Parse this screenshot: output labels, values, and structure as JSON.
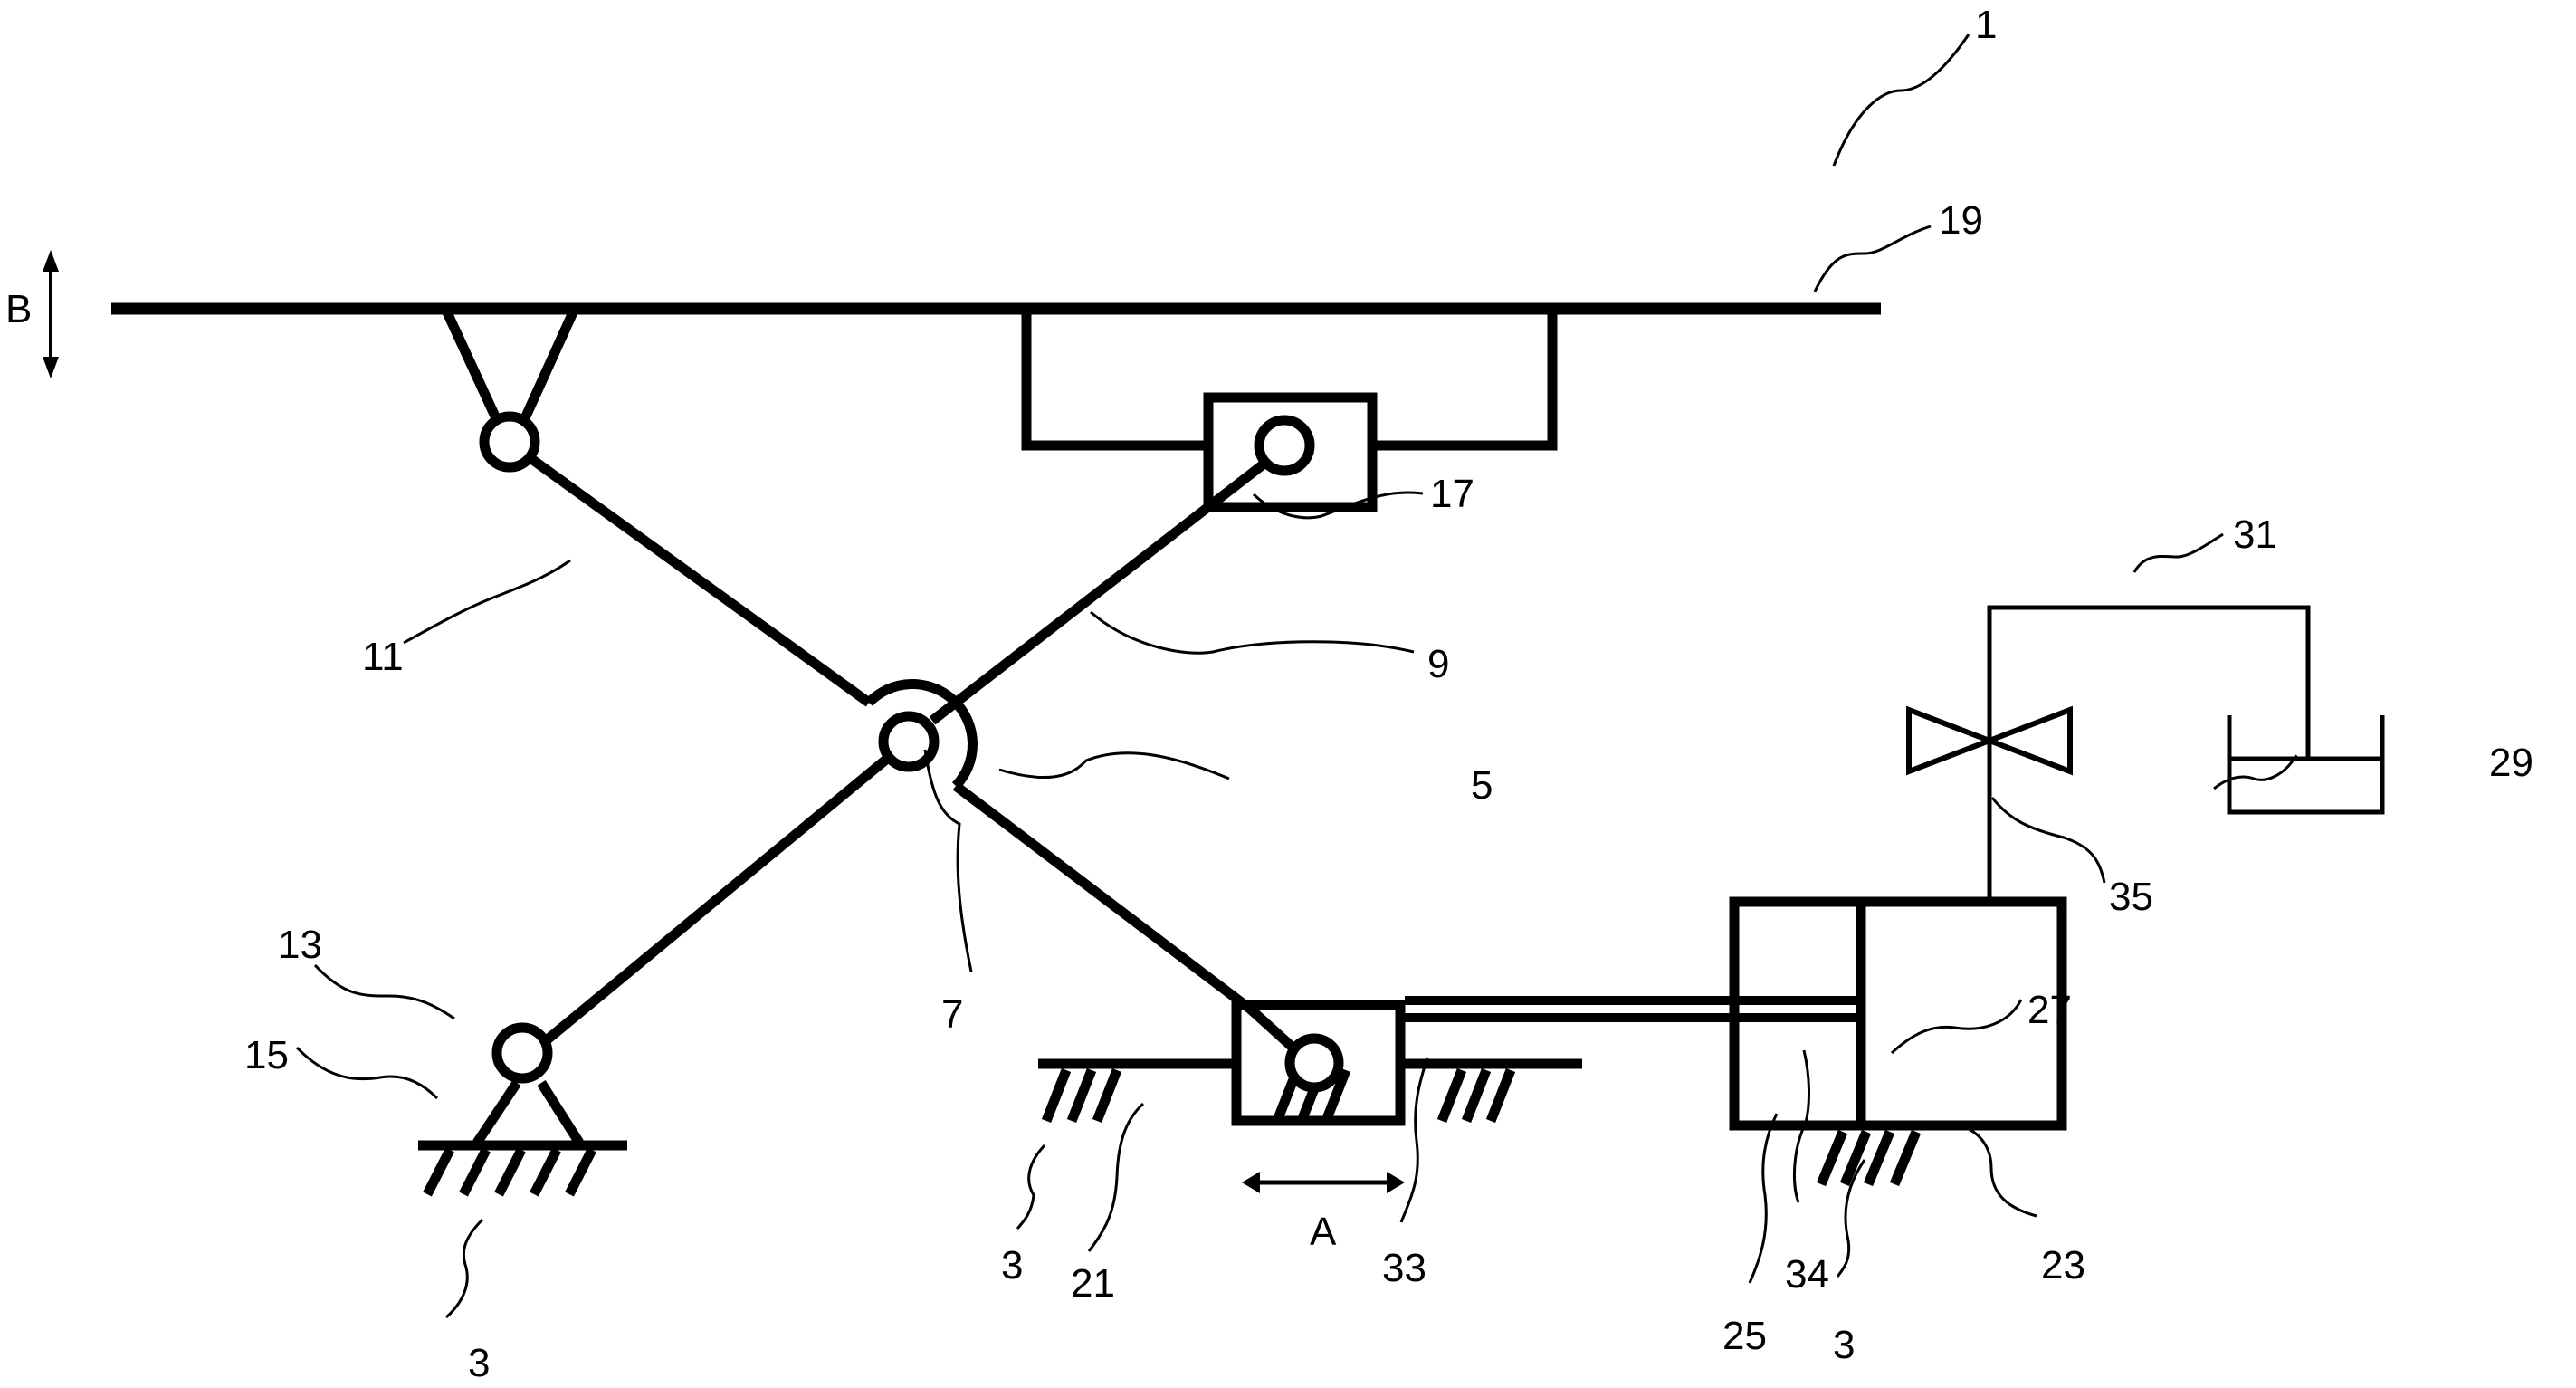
{
  "figure": {
    "description": "Scissor-lift mechanism with hydraulic cylinder, valve and reservoir",
    "colors": {
      "line": "#000000",
      "background": "#ffffff"
    }
  },
  "motion_labels": {
    "vertical": "B",
    "horizontal": "A"
  },
  "reference_numerals": {
    "assembly": "1",
    "platform": "19",
    "slider_top": "17",
    "link_left": "11",
    "link_right": "9",
    "scissor": "5",
    "center_pivot": "7",
    "lower_pivot": "13",
    "lower_support": "15",
    "ground_left": "3",
    "ground_middle": "3",
    "ground_right": "3",
    "slider_bottom": "21",
    "piston_rod": "33",
    "cylinder_body": "25",
    "piston": "34",
    "cylinder": "23",
    "chamber": "27",
    "pipe": "31",
    "reservoir": "29",
    "valve": "35"
  }
}
